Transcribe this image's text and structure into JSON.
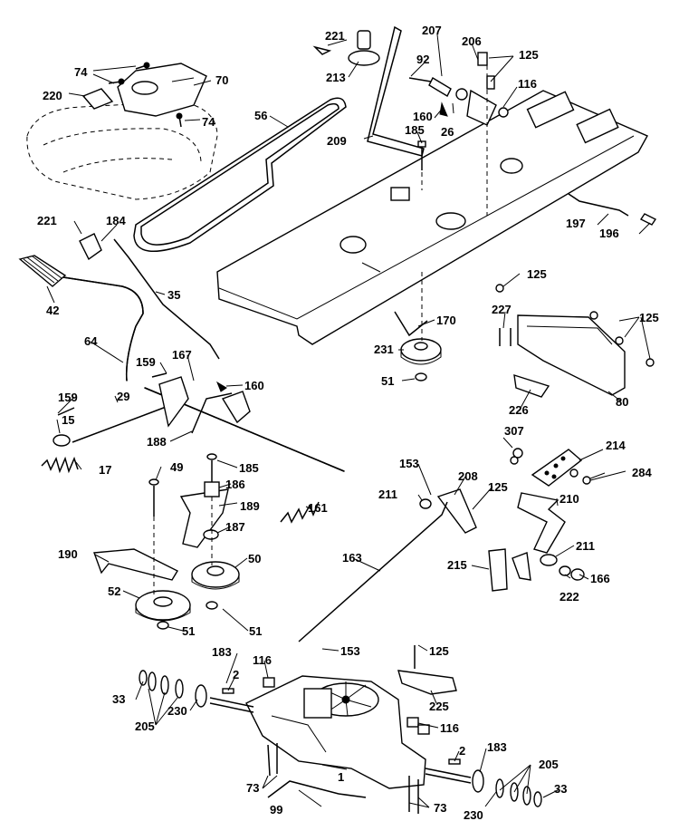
{
  "labels": [
    {
      "id": "lbl-221a",
      "text": "221"
    },
    {
      "id": "lbl-213",
      "text": "213"
    },
    {
      "id": "lbl-207",
      "text": "207"
    },
    {
      "id": "lbl-206",
      "text": "206"
    },
    {
      "id": "lbl-125a",
      "text": "125"
    },
    {
      "id": "lbl-92",
      "text": "92"
    },
    {
      "id": "lbl-74a",
      "text": "74"
    },
    {
      "id": "lbl-70",
      "text": "70"
    },
    {
      "id": "lbl-220",
      "text": "220"
    },
    {
      "id": "lbl-74b",
      "text": "74"
    },
    {
      "id": "lbl-56",
      "text": "56"
    },
    {
      "id": "lbl-116a",
      "text": "116"
    },
    {
      "id": "lbl-160a",
      "text": "160"
    },
    {
      "id": "lbl-26",
      "text": "26"
    },
    {
      "id": "lbl-185a",
      "text": "185"
    },
    {
      "id": "lbl-209",
      "text": "209"
    },
    {
      "id": "lbl-197",
      "text": "197"
    },
    {
      "id": "lbl-196",
      "text": "196"
    },
    {
      "id": "lbl-221b",
      "text": "221"
    },
    {
      "id": "lbl-184",
      "text": "184"
    },
    {
      "id": "lbl-42",
      "text": "42"
    },
    {
      "id": "lbl-35",
      "text": "35"
    },
    {
      "id": "lbl-125b",
      "text": "125"
    },
    {
      "id": "lbl-227",
      "text": "227"
    },
    {
      "id": "lbl-125c",
      "text": "125"
    },
    {
      "id": "lbl-170",
      "text": "170"
    },
    {
      "id": "lbl-64",
      "text": "64"
    },
    {
      "id": "lbl-231",
      "text": "231"
    },
    {
      "id": "lbl-167",
      "text": "167"
    },
    {
      "id": "lbl-159a",
      "text": "159"
    },
    {
      "id": "lbl-160b",
      "text": "160"
    },
    {
      "id": "lbl-51a",
      "text": "51"
    },
    {
      "id": "lbl-80",
      "text": "80"
    },
    {
      "id": "lbl-159b",
      "text": "159"
    },
    {
      "id": "lbl-29",
      "text": "29"
    },
    {
      "id": "lbl-226",
      "text": "226"
    },
    {
      "id": "lbl-15",
      "text": "15"
    },
    {
      "id": "lbl-188",
      "text": "188"
    },
    {
      "id": "lbl-307",
      "text": "307"
    },
    {
      "id": "lbl-214",
      "text": "214"
    },
    {
      "id": "lbl-17",
      "text": "17"
    },
    {
      "id": "lbl-49",
      "text": "49"
    },
    {
      "id": "lbl-185b",
      "text": "185"
    },
    {
      "id": "lbl-284",
      "text": "284"
    },
    {
      "id": "lbl-153a",
      "text": "153"
    },
    {
      "id": "lbl-208",
      "text": "208"
    },
    {
      "id": "lbl-186",
      "text": "186"
    },
    {
      "id": "lbl-211a",
      "text": "211"
    },
    {
      "id": "lbl-125d",
      "text": "125"
    },
    {
      "id": "lbl-210",
      "text": "210"
    },
    {
      "id": "lbl-189",
      "text": "189"
    },
    {
      "id": "lbl-161",
      "text": "161"
    },
    {
      "id": "lbl-187",
      "text": "187"
    },
    {
      "id": "lbl-190",
      "text": "190"
    },
    {
      "id": "lbl-50",
      "text": "50"
    },
    {
      "id": "lbl-163",
      "text": "163"
    },
    {
      "id": "lbl-211b",
      "text": "211"
    },
    {
      "id": "lbl-215",
      "text": "215"
    },
    {
      "id": "lbl-166",
      "text": "166"
    },
    {
      "id": "lbl-222",
      "text": "222"
    },
    {
      "id": "lbl-52",
      "text": "52"
    },
    {
      "id": "lbl-51b",
      "text": "51"
    },
    {
      "id": "lbl-51c",
      "text": "51"
    },
    {
      "id": "lbl-183a",
      "text": "183"
    },
    {
      "id": "lbl-116b",
      "text": "116"
    },
    {
      "id": "lbl-153b",
      "text": "153"
    },
    {
      "id": "lbl-125e",
      "text": "125"
    },
    {
      "id": "lbl-2a",
      "text": "2"
    },
    {
      "id": "lbl-33a",
      "text": "33"
    },
    {
      "id": "lbl-225",
      "text": "225"
    },
    {
      "id": "lbl-205a",
      "text": "205"
    },
    {
      "id": "lbl-230a",
      "text": "230"
    },
    {
      "id": "lbl-116c",
      "text": "116"
    },
    {
      "id": "lbl-2b",
      "text": "2"
    },
    {
      "id": "lbl-183b",
      "text": "183"
    },
    {
      "id": "lbl-1",
      "text": "1"
    },
    {
      "id": "lbl-73a",
      "text": "73"
    },
    {
      "id": "lbl-205b",
      "text": "205"
    },
    {
      "id": "lbl-33b",
      "text": "33"
    },
    {
      "id": "lbl-99",
      "text": "99"
    },
    {
      "id": "lbl-73b",
      "text": "73"
    },
    {
      "id": "lbl-230b",
      "text": "230"
    }
  ]
}
